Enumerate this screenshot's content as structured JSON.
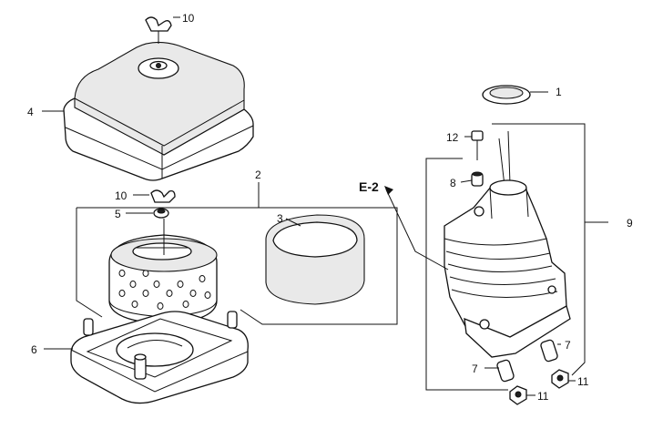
{
  "callouts": {
    "c1": "1",
    "c2": "2",
    "c3": "3",
    "c4": "4",
    "c5": "5",
    "c6": "6",
    "c7a": "7",
    "c7b": "7",
    "c8": "8",
    "c9": "9",
    "c10a": "10",
    "c10b": "10",
    "c11a": "11",
    "c11b": "11",
    "c12": "12",
    "ref": "E-2"
  }
}
